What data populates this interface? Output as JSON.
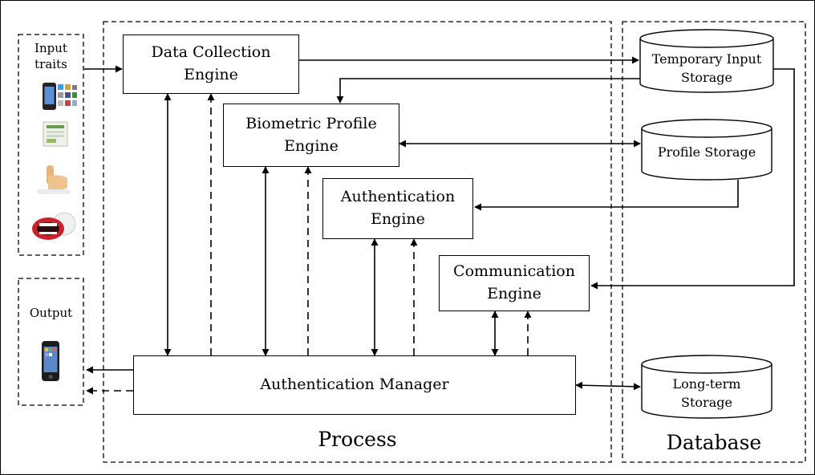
{
  "input_panel": {
    "label": "Input\ntraits"
  },
  "output_panel": {
    "label": "Output"
  },
  "process": {
    "label": "Process",
    "engines": {
      "data_collection": "Data Collection\nEngine",
      "biometric_profile": "Biometric Profile\nEngine",
      "authentication": "Authentication\nEngine",
      "communication": "Communication\nEngine",
      "manager": "Authentication Manager"
    }
  },
  "database": {
    "label": "Database",
    "stores": {
      "temporary": "Temporary Input\nStorage",
      "profile": "Profile Storage",
      "long_term": "Long-term\nStorage"
    }
  },
  "icons": {
    "inputs": [
      "smartphone-apps-icon",
      "form-screen-icon",
      "finger-touch-icon",
      "voice-mouth-icon"
    ],
    "output": "smartphone-icon"
  }
}
